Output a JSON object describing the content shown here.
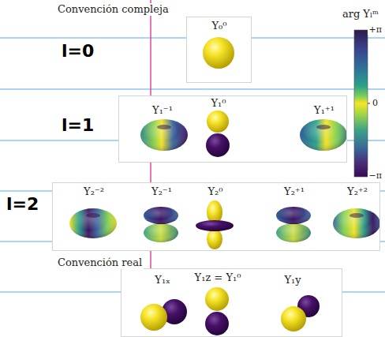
{
  "diagram": {
    "nodes": [
      {
        "text": [
          "Y₀⁰"
        ]
      },
      {
        "text": [
          "Y₁⁻¹",
          "Y₁⁰",
          "Y₁⁺¹"
        ]
      },
      {
        "text": [
          "Y₂⁻²",
          "Y₂⁻¹",
          "Y₂⁰",
          "Y₂⁺¹",
          "Y₂⁺²"
        ]
      },
      {
        "text": [
          "Y₁ₓ",
          "Y₁z = Y₁⁰",
          "Y₁y"
        ]
      }
    ],
    "labels": [
      "Convención compleja",
      "arg Yₗᵐ",
      "+π",
      "0",
      "−π",
      "l=0",
      "l=1",
      "l=2",
      "Convención real"
    ]
  }
}
